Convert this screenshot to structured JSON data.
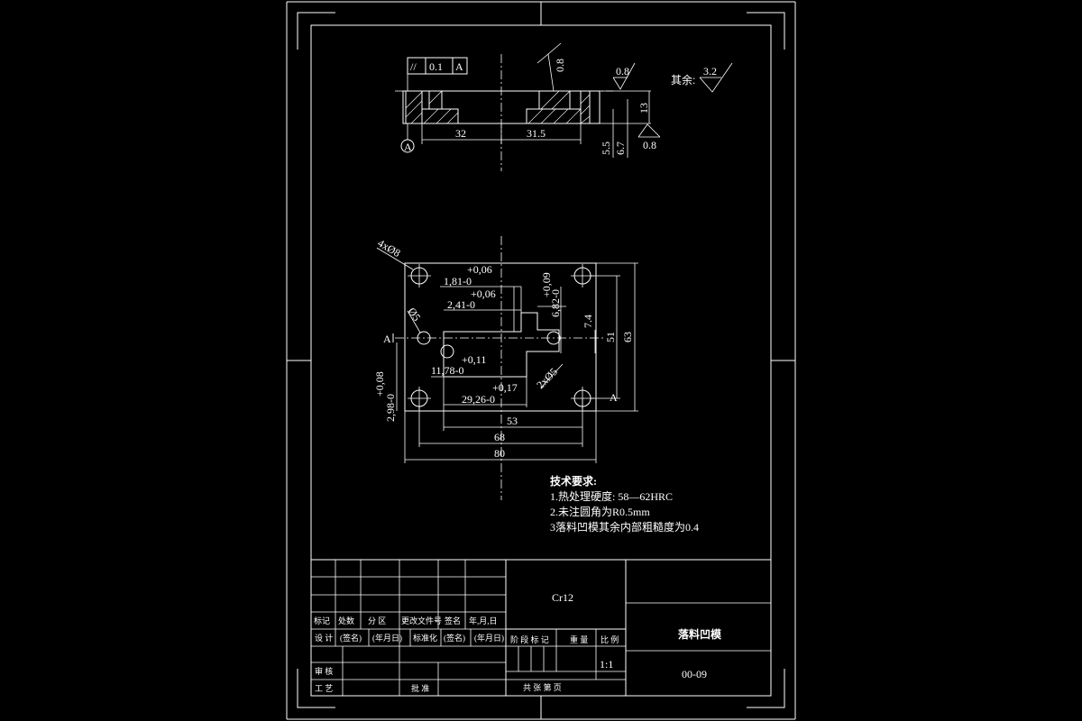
{
  "top_view": {
    "tolerance_parallel": "//",
    "tolerance_value": "0.1",
    "tolerance_datum": "A",
    "roughness_top_hatch": "0.8",
    "roughness_right_top": "0.8",
    "roughness_right_bottom": "0.8",
    "roughness_rest_label": "其余:",
    "roughness_rest_value": "3.2",
    "datum_label": "A",
    "dim_32": "32",
    "dim_31_5": "31.5",
    "dim_13": "13",
    "dim_5_5": "5.5",
    "dim_6_7": "6.7"
  },
  "plan_view": {
    "holes_4": "4xØ8",
    "holes_2": "2xØ5",
    "dia_5": "Ø5",
    "tol_1": "+0,06",
    "dim_1": "1,81-0",
    "tol_2": "+0,06",
    "dim_2": "2,41-0",
    "tol_3": "+0,09",
    "dim_3": "6,82-0",
    "dim_7_4": "7.4",
    "dim_51": "51",
    "dim_63": "63",
    "tol_4": "+0,11",
    "dim_4": "11,78-0",
    "tol_5": "+0,17",
    "dim_5": "29,26-0",
    "tol_6": "+0,08",
    "dim_6": "2,98-0",
    "dim_53": "53",
    "dim_68": "68",
    "dim_80": "80",
    "section_a_left": "A",
    "section_a_right": "A"
  },
  "notes": {
    "title": "技术要求:",
    "line1": "1.热处理硬度: 58—62HRC",
    "line2": "2.未注圆角为R0.5mm",
    "line3": "3落料凹模其余内部粗糙度为0.4"
  },
  "title_block": {
    "material": "Cr12",
    "part_name": "落料凹模",
    "drawing_no": "00-09",
    "scale": "1:1",
    "h_mark": "标记",
    "h_count": "处数",
    "h_zone": "分 区",
    "h_doc": "更改文件号",
    "h_sign": "签名",
    "h_date": "年,月,日",
    "r_design": "设 计",
    "r_sign1": "(签名)",
    "r_date1": "(年月日)",
    "r_std": "标准化",
    "r_sign2": "(签名)",
    "r_date2": "(年月日)",
    "r_review": "审 核",
    "r_process": "工 艺",
    "r_approve": "批 准",
    "stage_label": "阶 段 标 记",
    "weight_label": "重 量",
    "scale_label": "比 例",
    "sheets_label": "共    张    第    页"
  }
}
